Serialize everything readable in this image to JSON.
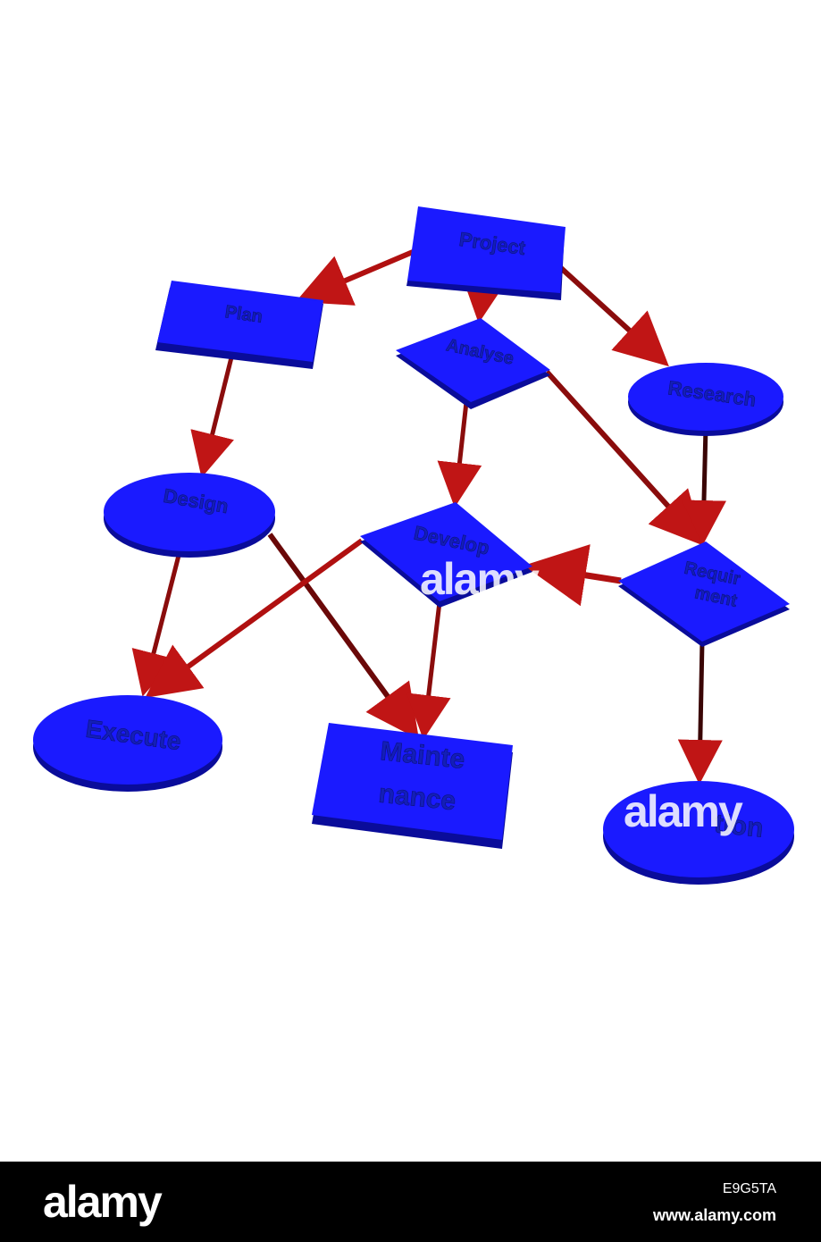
{
  "diagram": {
    "node_color": "#1a1aff",
    "node_dark_color": "#0a0c9a",
    "arrow_color": "#b01010",
    "nodes": {
      "project": "Project",
      "plan": "Plan",
      "analyse": "Analyse",
      "research": "Research",
      "design": "Design",
      "develop": "Develop",
      "requirement_1": "Requir",
      "requirement_2": "ment",
      "execute": "Execute",
      "maintenance_1": "Mainte",
      "maintenance_2": "nance",
      "last_node": "tion"
    },
    "edges": [
      {
        "from": "project",
        "to": "plan"
      },
      {
        "from": "project",
        "to": "analyse"
      },
      {
        "from": "project",
        "to": "research"
      },
      {
        "from": "plan",
        "to": "design"
      },
      {
        "from": "analyse",
        "to": "develop"
      },
      {
        "from": "analyse",
        "to": "requirement"
      },
      {
        "from": "research",
        "to": "requirement"
      },
      {
        "from": "requirement",
        "to": "develop"
      },
      {
        "from": "design",
        "to": "execute"
      },
      {
        "from": "design",
        "to": "maintenance"
      },
      {
        "from": "develop",
        "to": "execute"
      },
      {
        "from": "develop",
        "to": "maintenance"
      },
      {
        "from": "requirement",
        "to": "last_node"
      }
    ]
  },
  "watermarks": {
    "center": "alamy",
    "lower_right": "alamy"
  },
  "footer": {
    "logo": "alamy",
    "image_id": "E9G5TA",
    "url": "www.alamy.com"
  }
}
